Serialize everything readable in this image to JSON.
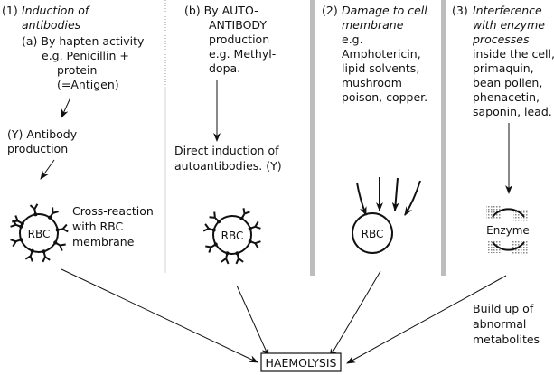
{
  "col1": {
    "heading": [
      "(1)",
      "Induction of",
      "antibodies"
    ],
    "sub": [
      "(a) By hapten activity",
      "e.g. Penicillin +",
      "protein",
      "(=Antigen)"
    ],
    "antibody": [
      "(Y) Antibody",
      "production"
    ],
    "cell": "RBC",
    "cross": [
      "Cross-reaction",
      "with RBC",
      "membrane"
    ]
  },
  "col2": {
    "heading": [
      "(b) By AUTO-",
      "ANTIBODY",
      "production",
      "e.g. Methyl-",
      "dopa."
    ],
    "direct": [
      "Direct induction of",
      "autoantibodies. (Y)"
    ],
    "cell": "RBC"
  },
  "col3": {
    "heading": [
      "(2)",
      "Damage to cell",
      "membrane"
    ],
    "body": [
      "e.g.",
      "Amphotericin,",
      "lipid solvents,",
      "mushroom",
      "poison, copper."
    ],
    "cell": "RBC"
  },
  "col4": {
    "heading": [
      "(3)",
      "Interference",
      "with enzyme",
      "processes"
    ],
    "body": [
      "inside the cell,",
      "primaquin,",
      "bean pollen,",
      "phenacetin,",
      "saponin, lead."
    ],
    "enzyme": "Enzyme",
    "buildup": [
      "Build up of",
      "abnormal",
      "metabolites"
    ]
  },
  "result": "HAEMOLYSIS",
  "colors": {
    "divider": "#bdbdbd",
    "dotted": "#999999"
  }
}
